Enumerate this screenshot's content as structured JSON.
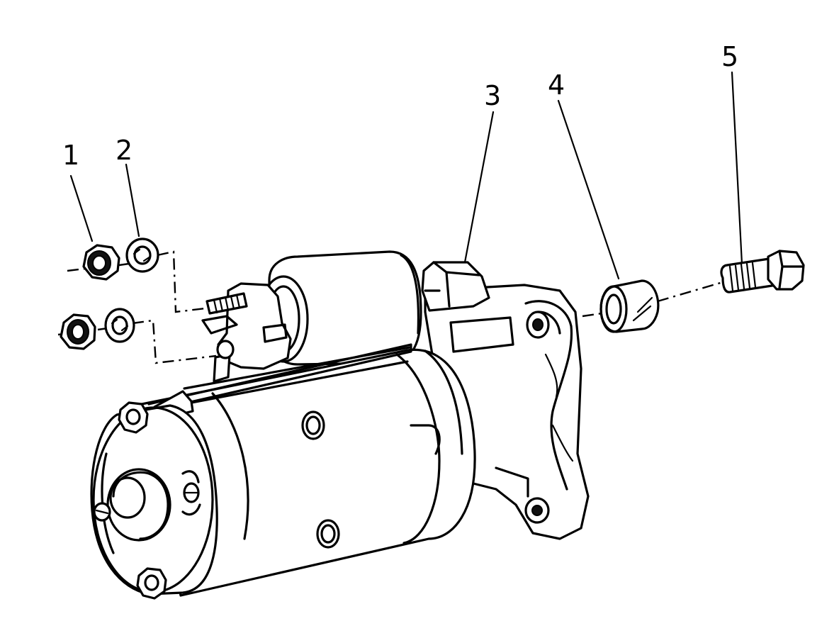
{
  "diagram": {
    "callouts": [
      {
        "id": "1",
        "label": "1",
        "part": "nut"
      },
      {
        "id": "2",
        "label": "2",
        "part": "washer"
      },
      {
        "id": "3",
        "label": "3",
        "part": "starter-motor"
      },
      {
        "id": "4",
        "label": "4",
        "part": "bushing"
      },
      {
        "id": "5",
        "label": "5",
        "part": "bolt"
      }
    ]
  }
}
